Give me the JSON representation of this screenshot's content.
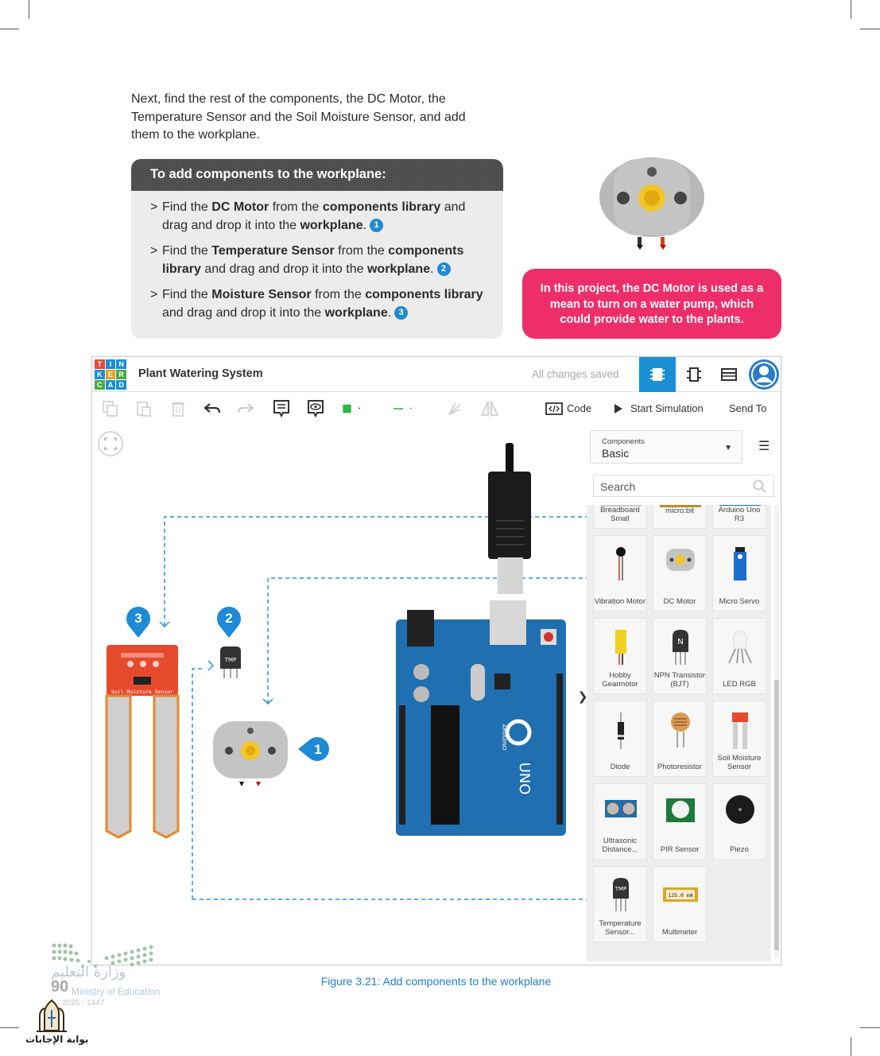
{
  "intro": "Next, find the rest of the components, the DC Motor, the Temperature Sensor and the Soil Moisture Sensor, and add them to the workplane.",
  "box": {
    "title": "To add components to the workplane:",
    "steps": [
      {
        "a": "Find the ",
        "b1": "DC Motor",
        "c": " from the ",
        "b2": "components library",
        "d": " and drag and drop it into the ",
        "b3": "workplane",
        "e": ".",
        "n": "1"
      },
      {
        "a": "Find the ",
        "b1": "Temperature Sensor",
        "c": " from the ",
        "b2": "components library",
        "d": " and drag and drop it into the ",
        "b3": "workplane",
        "e": ".",
        "n": "2"
      },
      {
        "a": "Find the ",
        "b1": "Moisture Sensor",
        "c": " from the ",
        "b2": "components library",
        "d": " and drag and drop it into the ",
        "b3": "workplane",
        "e": ".",
        "n": "3"
      }
    ],
    "bullet": ">"
  },
  "note": "In this project, the DC Motor is used as a mean to turn on a water pump, which could provide water to the plants.",
  "app": {
    "logo_letters": [
      "T",
      "I",
      "N",
      "K",
      "E",
      "R",
      "C",
      "A",
      "D"
    ],
    "project_title": "Plant Watering System",
    "saved_status": "All changes saved",
    "code_label": "Code",
    "simulate_label": "Start Simulation",
    "send_label": "Send To",
    "components_label": "Components",
    "components_value": "Basic",
    "search_placeholder": "Search",
    "collapse_glyph": "❯",
    "components": [
      "Breadboard Small",
      "micro:bit",
      "Arduino Uno R3",
      "Vibration Motor",
      "DC Motor",
      "Micro Servo",
      "Hobby Gearmotor",
      "NPN Transistor (BJT)",
      "LED RGB",
      "Diode",
      "Photoresistor",
      "Soil Moisture Sensor",
      "Ultrasonic Distance...",
      "PIR Sensor",
      "Piezo",
      "Temperature Sensor...",
      "Multimeter"
    ],
    "pins": [
      "3",
      "2",
      "1"
    ],
    "board_text": {
      "uno": "UNO",
      "arduino": "ARDUINO",
      "tmp": "TMP",
      "sensor": "Soil Moisture Sensor",
      "multimeter": "125.0 mA",
      "npn": "N"
    }
  },
  "caption": "Figure 3.21: Add components to the workplane",
  "footer": {
    "page": "90",
    "ministry_ar": "وزارة التعليم",
    "ministry_en": "Ministry of Education",
    "year": "2025 - 1447",
    "watermark": "بوابة الإجابات"
  }
}
